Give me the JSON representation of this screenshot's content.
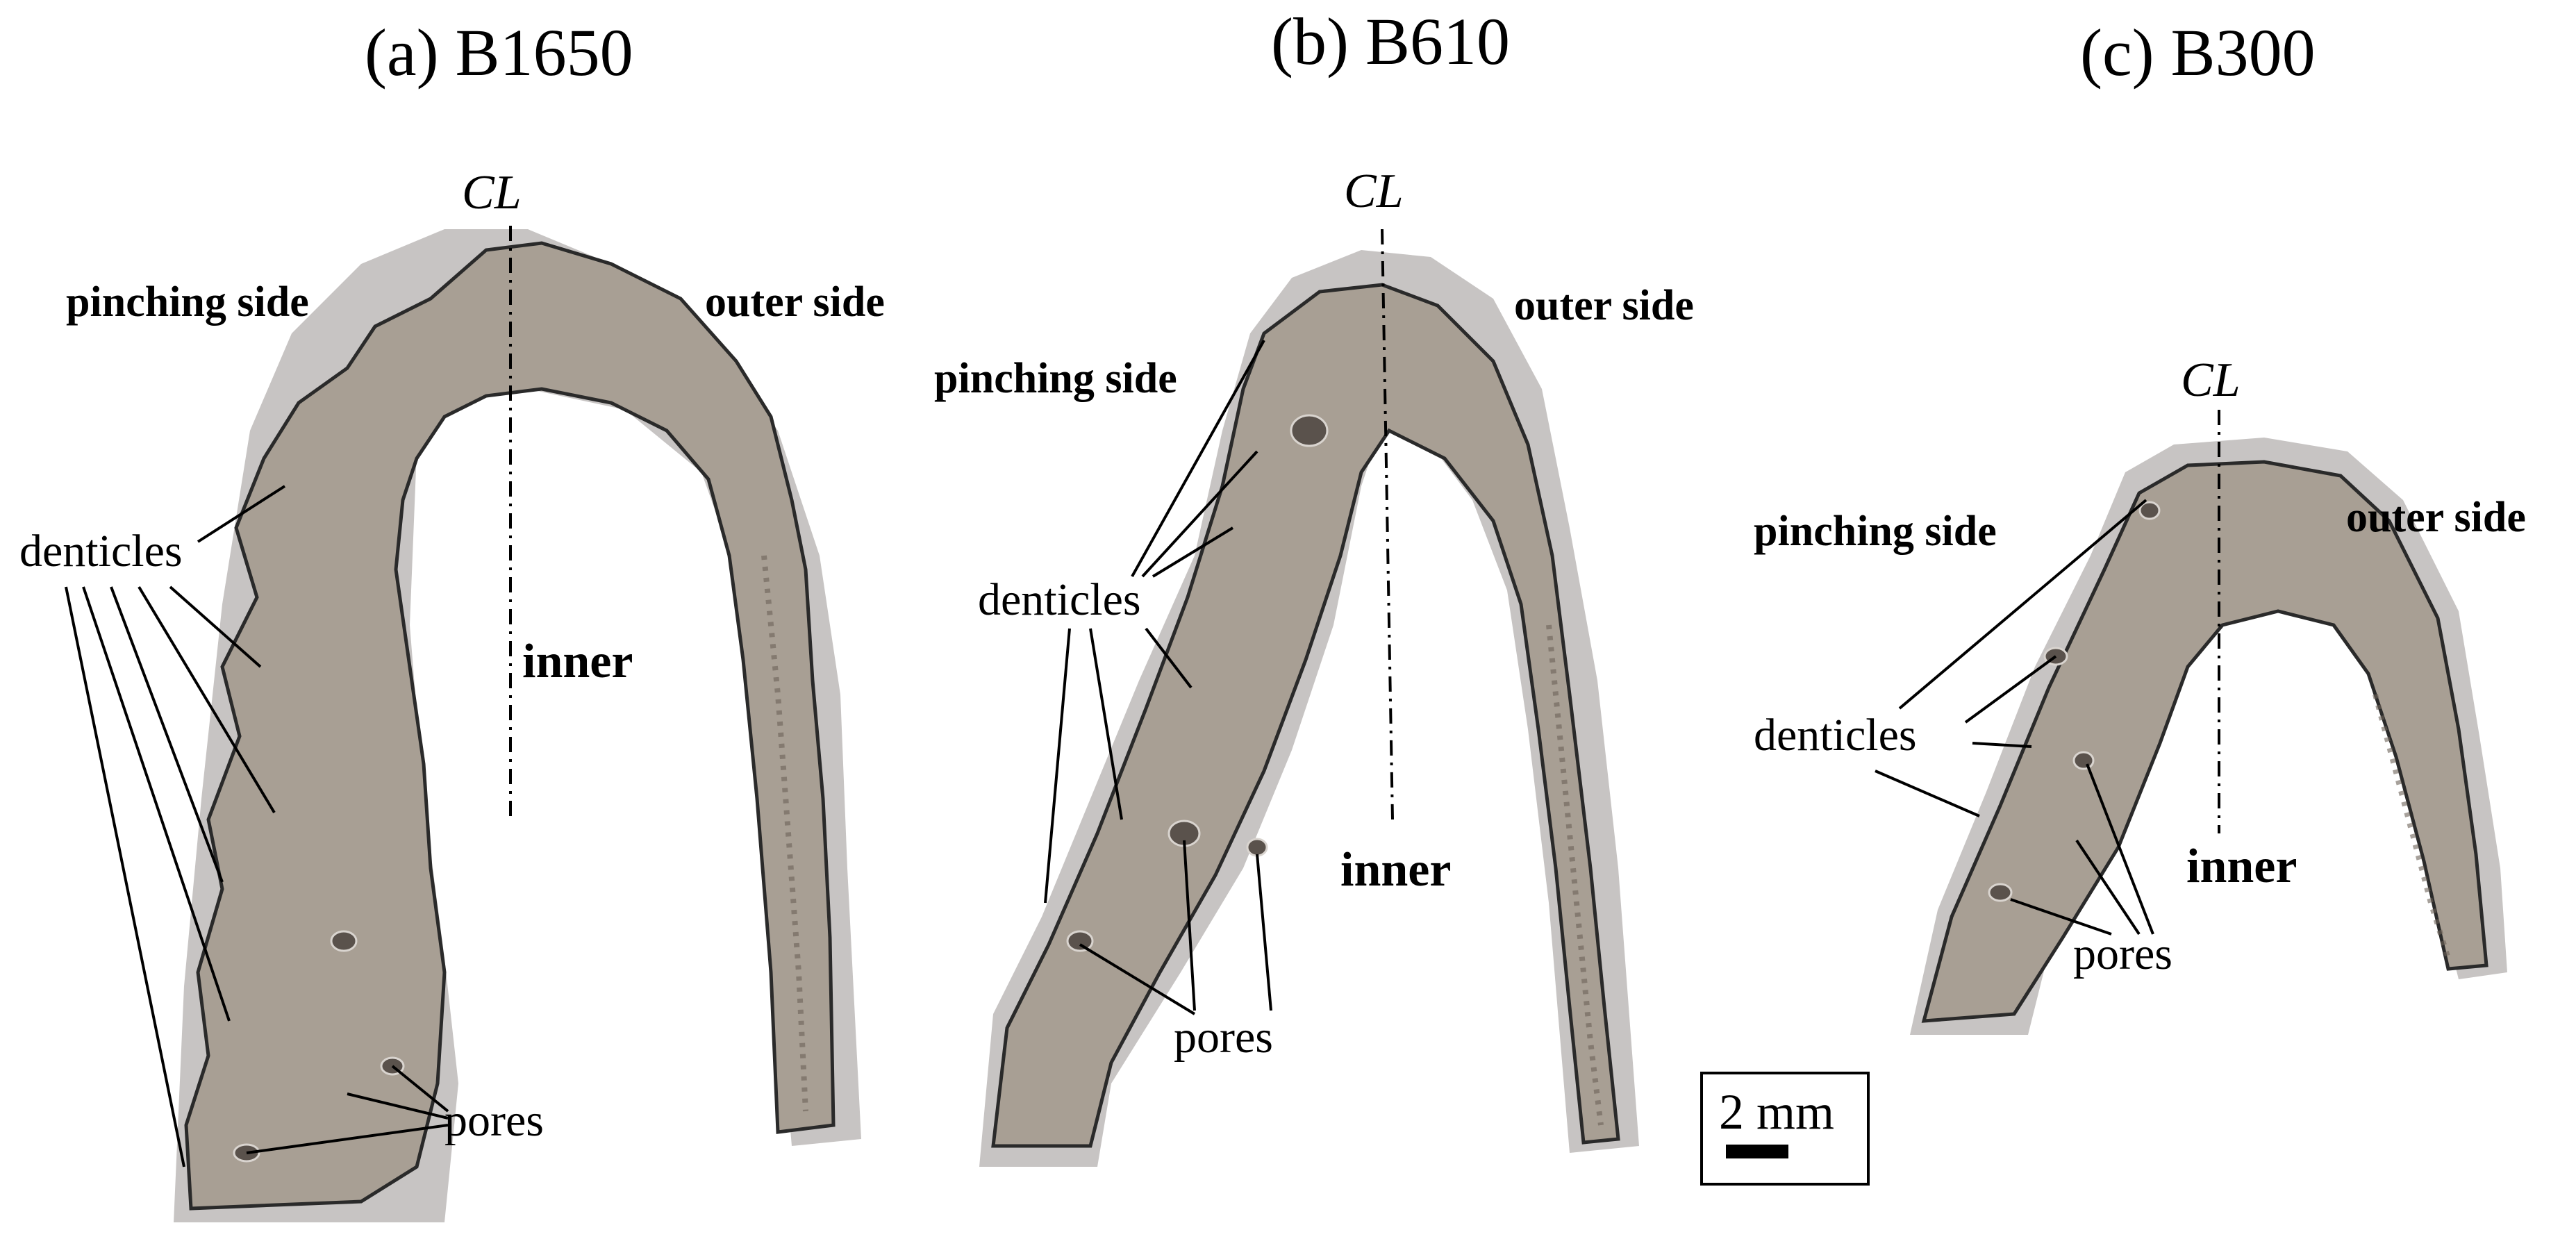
{
  "panels": [
    {
      "title": "(a) B1650",
      "centerline_label": "CL",
      "pinching_label": "pinching side",
      "outer_label": "outer side",
      "inner_label": "inner",
      "denticles_label": "denticles",
      "pores_label": "pores"
    },
    {
      "title": "(b) B610",
      "centerline_label": "CL",
      "pinching_label": "pinching side",
      "outer_label": "outer side",
      "inner_label": "inner",
      "denticles_label": "denticles",
      "pores_label": "pores"
    },
    {
      "title": "(c) B300",
      "centerline_label": "CL",
      "pinching_label": "pinching side",
      "outer_label": "outer side",
      "inner_label": "inner",
      "denticles_label": "denticles",
      "pores_label": "pores"
    }
  ],
  "scale_bar": {
    "label": "2 mm"
  },
  "colors": {
    "specimen": "#a89f94",
    "halo": "#c7c4c3",
    "outline": "#2a2a2a"
  }
}
